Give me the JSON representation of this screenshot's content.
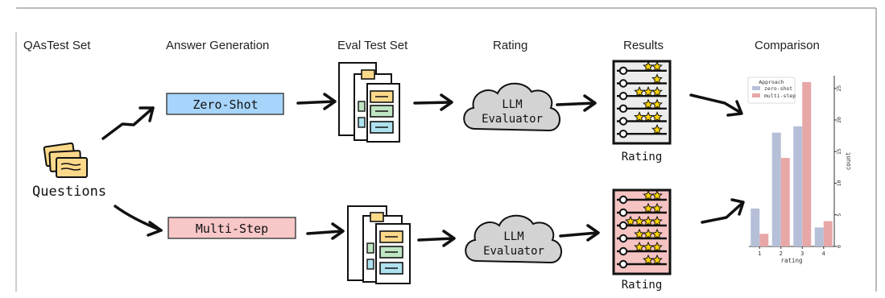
{
  "headers": {
    "qas_test_set": "QAsTest Set",
    "answer_generation": "Answer Generation",
    "eval_test_set": "Eval Test Set",
    "rating": "Rating",
    "results": "Results",
    "comparison": "Comparison"
  },
  "questions_label": "Questions",
  "approaches": {
    "zero_shot": "Zero-Shot",
    "multi_step": "Multi-Step"
  },
  "evaluator_label_line1": "LLM",
  "evaluator_label_line2": "Evaluator",
  "rating_label": "Rating",
  "colors": {
    "zero_shot_box": "#a6d4fa",
    "multi_step_box": "#f8c7c7",
    "cloud": "#d3d3d3",
    "results_zero_bg": "#ececec",
    "results_multi_bg": "#f6c3c3",
    "star": "#ffd400",
    "zero_shot_bar": "#b6bfd8",
    "multi_step_bar": "#e7a7a7"
  },
  "results_stars": {
    "zero_shot": [
      2,
      1,
      3,
      2,
      3,
      1
    ],
    "multi_step": [
      2,
      2,
      4,
      3,
      3,
      2
    ]
  },
  "chart_data": {
    "type": "bar",
    "categories": [
      "1",
      "2",
      "3",
      "4"
    ],
    "series": [
      {
        "name": "zero-shot",
        "values": [
          6,
          18,
          19,
          3
        ]
      },
      {
        "name": "multi-step",
        "values": [
          2,
          14,
          26,
          4
        ]
      }
    ],
    "xlabel": "rating",
    "ylabel": "count",
    "ylim": [
      0,
      27
    ],
    "yticks": [
      0,
      5,
      10,
      15,
      20,
      25
    ],
    "y_axis_side": "right",
    "legend_title": "Approach",
    "legend_position": "top-left",
    "grid": false
  }
}
